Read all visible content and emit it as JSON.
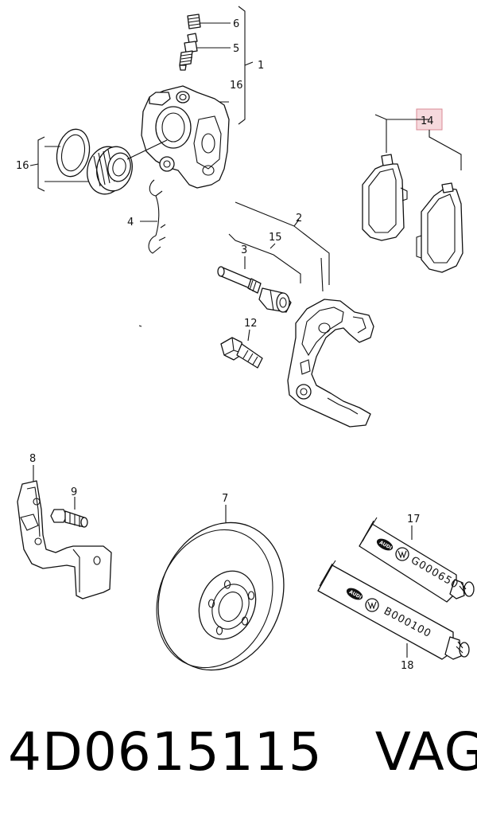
{
  "callouts": {
    "c1": "1",
    "c2": "2",
    "c3": "3",
    "c4": "4",
    "c5": "5",
    "c6": "6",
    "c7": "7",
    "c8": "8",
    "c9": "9",
    "c12": "12",
    "c14": "14",
    "c15": "15",
    "c16a": "16",
    "c16b": "16",
    "c17": "17",
    "c18": "18"
  },
  "tubes": {
    "tube17_code": "G000650",
    "tube18_code": "B000100",
    "badge_text": "AUDI"
  },
  "highlight_color": "#f6d9dd",
  "footer": {
    "part_number": "4D0615115",
    "brand": "VAG"
  }
}
